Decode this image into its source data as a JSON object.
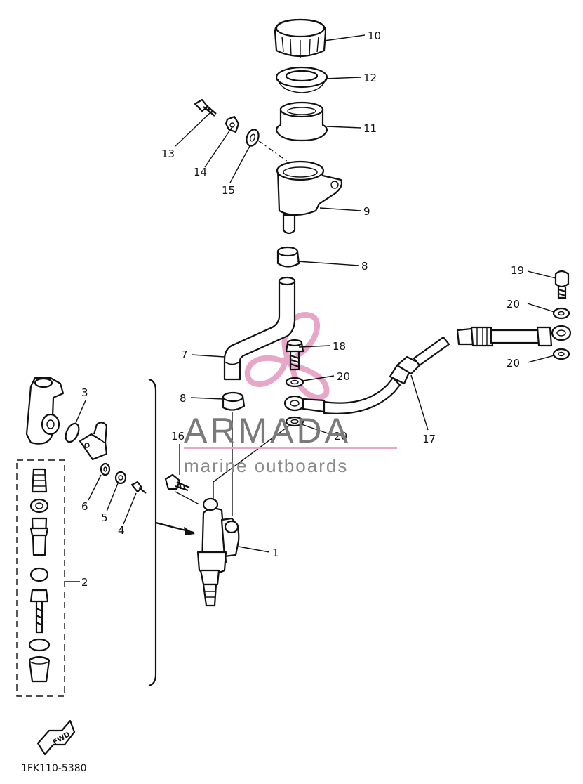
{
  "diagram": {
    "part_code": "1FK110-5380",
    "fwd_label": "FWD",
    "callouts": [
      {
        "id": "c1",
        "label": "1"
      },
      {
        "id": "c2",
        "label": "2"
      },
      {
        "id": "c3",
        "label": "3"
      },
      {
        "id": "c4",
        "label": "4"
      },
      {
        "id": "c5",
        "label": "5"
      },
      {
        "id": "c6",
        "label": "6"
      },
      {
        "id": "c7",
        "label": "7"
      },
      {
        "id": "c8a",
        "label": "8"
      },
      {
        "id": "c8b",
        "label": "8"
      },
      {
        "id": "c9",
        "label": "9"
      },
      {
        "id": "c10",
        "label": "10"
      },
      {
        "id": "c11",
        "label": "11"
      },
      {
        "id": "c12",
        "label": "12"
      },
      {
        "id": "c13",
        "label": "13"
      },
      {
        "id": "c14",
        "label": "14"
      },
      {
        "id": "c15",
        "label": "15"
      },
      {
        "id": "c16",
        "label": "16"
      },
      {
        "id": "c17",
        "label": "17"
      },
      {
        "id": "c18",
        "label": "18"
      },
      {
        "id": "c19",
        "label": "19"
      },
      {
        "id": "c20a",
        "label": "20"
      },
      {
        "id": "c20b",
        "label": "20"
      },
      {
        "id": "c20c",
        "label": "20"
      },
      {
        "id": "c20d",
        "label": "20"
      }
    ]
  },
  "watermark": {
    "title": "ARMADA",
    "subtitle": "marine outboards",
    "logo_color": "#e8a6c8",
    "text_color": "#808080"
  }
}
